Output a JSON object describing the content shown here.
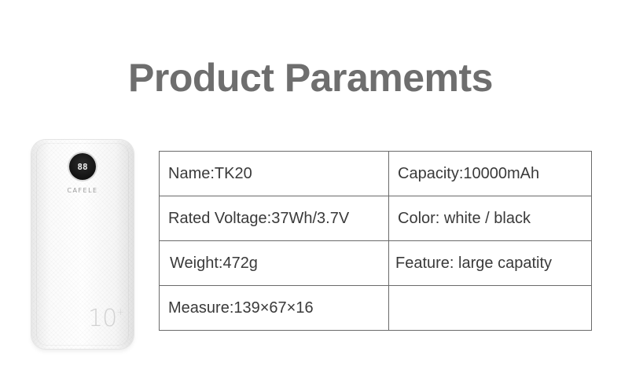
{
  "page": {
    "title": "Product Paramemts"
  },
  "product_image": {
    "display_readout": "88",
    "brand_text": "CAFELE",
    "capacity_mark": "10",
    "capacity_mark_sup": "+",
    "body_color": "#ffffff"
  },
  "specs": {
    "rows": [
      [
        "Name:TK20",
        "Capacity:10000mAh"
      ],
      [
        "Rated Voltage:37Wh/3.7V",
        "Color: white / black"
      ],
      [
        "Weight:472g",
        "Feature: large capatity"
      ],
      [
        "Measure:139×67×16",
        ""
      ]
    ]
  },
  "colors": {
    "title": "#6e6e6e",
    "text": "#3a3a3a",
    "border": "#6a6a6a"
  }
}
